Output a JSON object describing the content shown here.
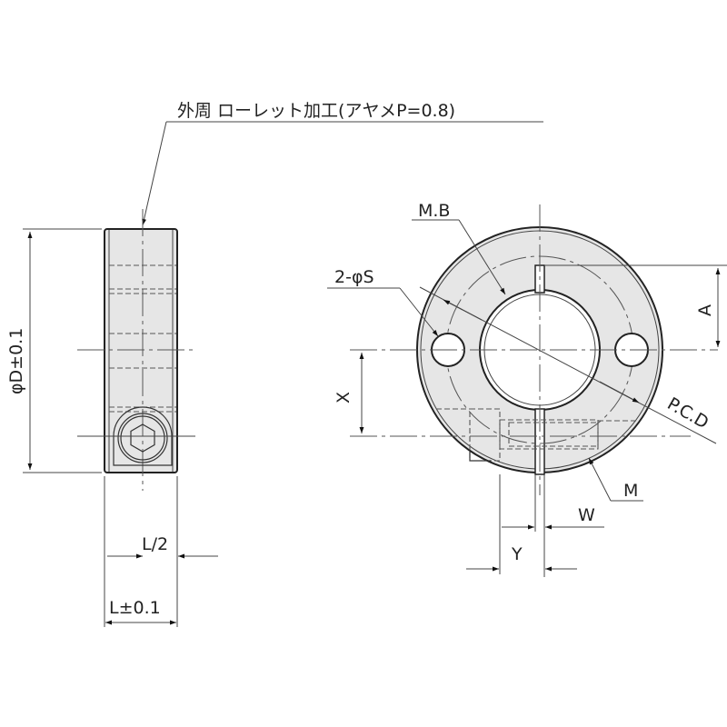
{
  "drawing": {
    "type": "shaft collar (split, single) engineering drawing",
    "fill_color": "#e6e6e6",
    "line_color": "#222222",
    "annotations": {
      "knurl_note": "外周 ローレット加工(アヤメP=0.8)",
      "diameter": "φD±0.1",
      "half_length": "L/2",
      "length": "L±0.1",
      "bore": "M.B",
      "holes": "2-φS",
      "pcd": "P.C.D",
      "dim_a": "A",
      "dim_x": "X",
      "screw": "M",
      "slit_width": "W",
      "dim_y": "Y"
    },
    "views": [
      {
        "name": "side-view",
        "description": "Side view showing width L and diameter D with cap screw"
      },
      {
        "name": "front-view",
        "description": "Front view with bore, slit, two mounting holes on P.C.D and clamping screw"
      }
    ]
  }
}
